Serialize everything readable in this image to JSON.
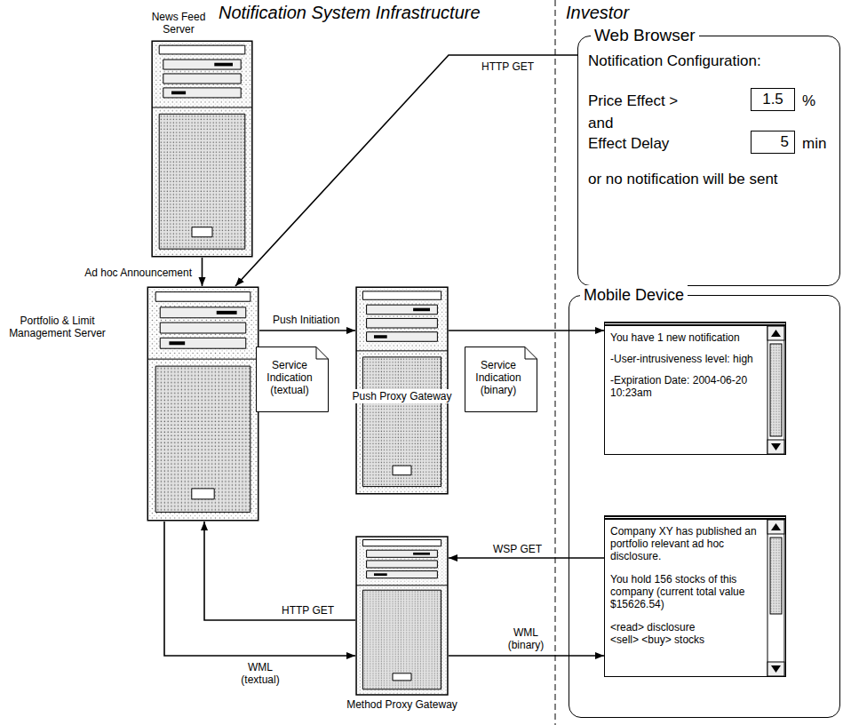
{
  "diagram": {
    "nodes": [
      {
        "text": [
          "News Feed Server"
        ]
      },
      {
        "text": [
          "Web Browser",
          "Notification Configuration:",
          "Price Effect >",
          "%",
          "and",
          "Effect Delay",
          "min",
          "or no notification will be sent"
        ]
      },
      {
        "text": [
          "1.5"
        ],
        "in": 1
      },
      {
        "text": [
          "5"
        ],
        "in": 1
      },
      {
        "text": [
          "Portfolio & Limit Management Server"
        ]
      },
      {
        "text": [
          "Service Indication (textual)"
        ]
      },
      {
        "text": [
          "Push Proxy Gateway"
        ]
      },
      {
        "text": [
          "Service Indication (binary)"
        ]
      },
      {
        "text": [
          "Mobile Device"
        ]
      },
      {
        "text": [
          "You have 1 new notification",
          "-User-intrusiveness level: high",
          "-Expiration Date: 2004-06-20 10:23am"
        ],
        "in": 8
      },
      {
        "text": [
          "Company XY has published an portfolio relevant ad hoc disclosure.",
          "You hold 156 stocks of this company (current total value $15626.54)",
          "<read> disclosure",
          "<sell> <buy> stocks"
        ],
        "in": 8
      },
      {
        "text": [
          "Method Proxy Gateway"
        ]
      }
    ],
    "edges": [
      {
        "from": 1,
        "to": 4,
        "label": "HTTP GET",
        "arrow": "to"
      },
      {
        "from": 0,
        "to": 4,
        "label": "Ad hoc Announcement",
        "arrow": "to"
      },
      {
        "from": 4,
        "to": 6,
        "label": "Push Initiation",
        "arrow": "to"
      },
      {
        "from": 6,
        "to": 9,
        "arrow": "to"
      },
      {
        "from": 10,
        "to": 11,
        "label": "WSP GET",
        "arrow": "to"
      },
      {
        "from": 11,
        "to": 4,
        "label": "HTTP GET",
        "arrow": "to"
      },
      {
        "from": 4,
        "to": 11,
        "label": "WML (textual)",
        "arrow": "to"
      },
      {
        "from": 11,
        "to": 10,
        "label": "WML (binary)",
        "arrow": "to"
      }
    ],
    "labels": [
      "Notification System Infrastructure",
      "Investor"
    ]
  }
}
